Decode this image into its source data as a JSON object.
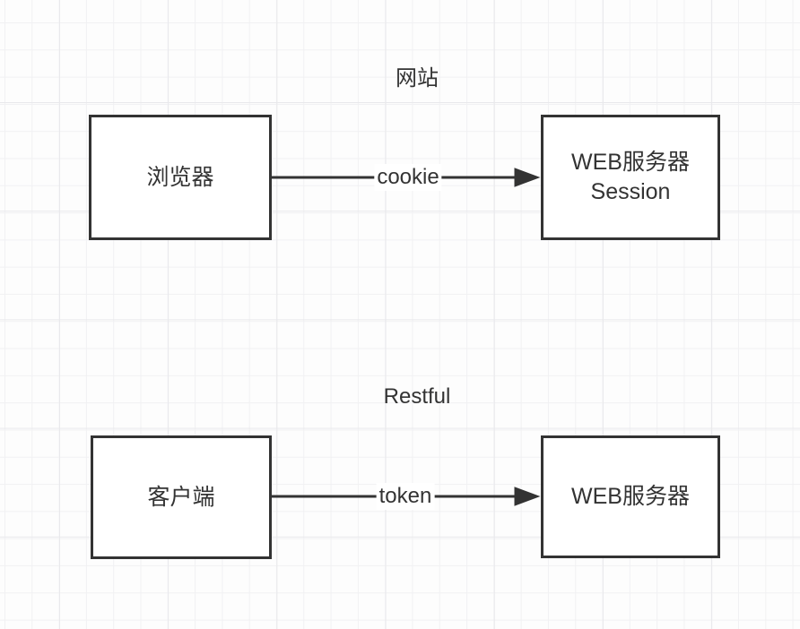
{
  "diagram": {
    "flows": [
      {
        "title": "网站",
        "source": "浏览器",
        "edge_label": "cookie",
        "target_line1": "WEB服务器",
        "target_line2": "Session"
      },
      {
        "title": "Restful",
        "source": "客户端",
        "edge_label": "token",
        "target_line1": "WEB服务器"
      }
    ]
  },
  "colors": {
    "stroke": "#333333",
    "text": "#333333",
    "box_fill": "#ffffff",
    "canvas_bg": "#fdfdfd",
    "grid_minor": "#f1f1f3",
    "grid_major": "#e9e9ec"
  }
}
